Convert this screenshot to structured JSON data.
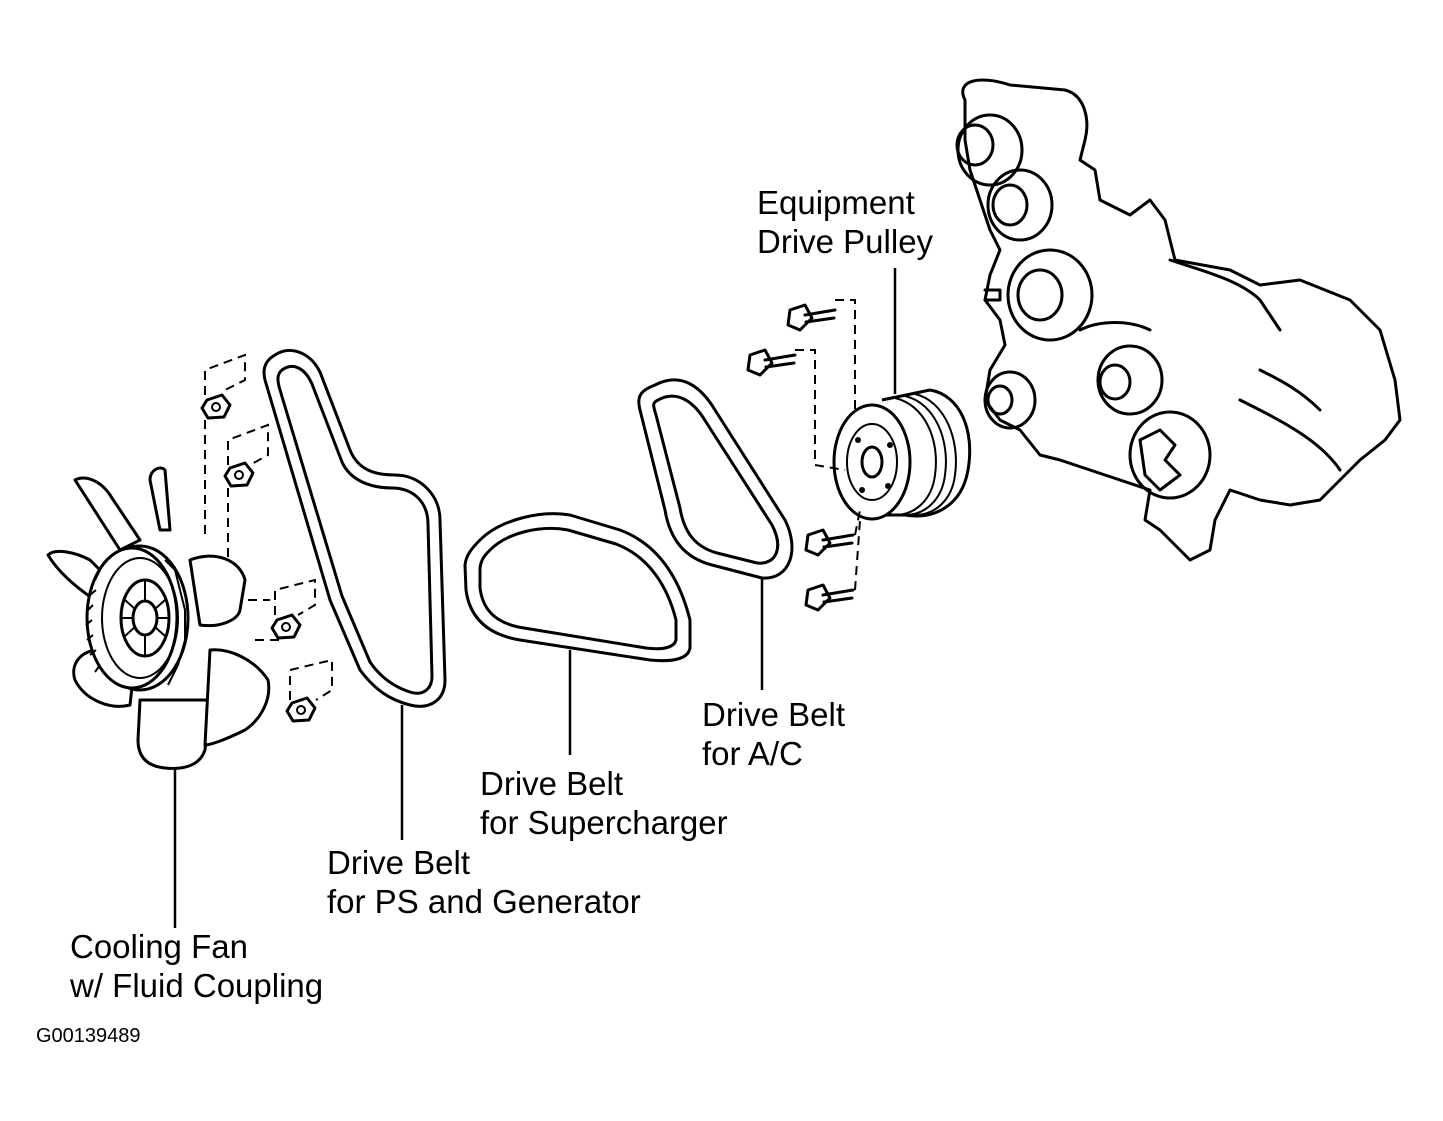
{
  "labels": {
    "equipment_pulley": [
      "Equipment",
      "Drive Pulley"
    ],
    "belt_ac": [
      "Drive Belt",
      "for A/C"
    ],
    "belt_supercharger": [
      "Drive Belt",
      "for Supercharger"
    ],
    "belt_ps_generator": [
      "Drive Belt",
      "for PS and Generator"
    ],
    "cooling_fan": [
      "Cooling Fan",
      "w/ Fluid Coupling"
    ]
  },
  "figure_id": "G00139489"
}
